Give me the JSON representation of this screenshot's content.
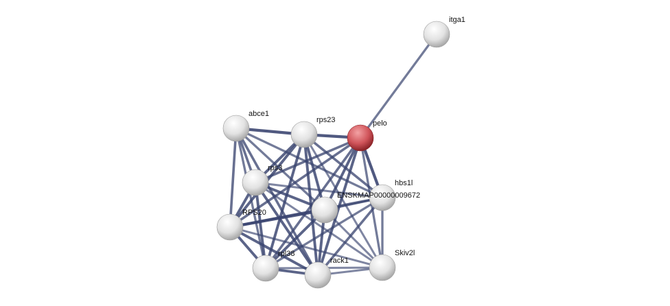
{
  "network": {
    "query_color": "#c9444a",
    "node_color": "#e4e4e4",
    "edge_color": "#3a4570",
    "nodes": [
      {
        "id": "itga1",
        "label": "itga1",
        "query": false
      },
      {
        "id": "pelo",
        "label": "pelo",
        "query": true
      },
      {
        "id": "rps23",
        "label": "rps23",
        "query": false
      },
      {
        "id": "abce1",
        "label": "abce1",
        "query": false
      },
      {
        "id": "rps3",
        "label": "rps3",
        "query": false
      },
      {
        "id": "hbs1l",
        "label": "hbs1l",
        "query": false
      },
      {
        "id": "ensk",
        "label": "ENSKMAP00000009672",
        "query": false
      },
      {
        "id": "RPS20",
        "label": "RPS20",
        "query": false
      },
      {
        "id": "rpl38",
        "label": "rpl38",
        "query": false
      },
      {
        "id": "rack1",
        "label": "rack1",
        "query": false
      },
      {
        "id": "Skiv2l",
        "label": "Skiv2l",
        "query": false
      }
    ],
    "edges": [
      [
        "itga1",
        "pelo",
        0.6
      ],
      [
        "pelo",
        "rps23",
        0.9
      ],
      [
        "pelo",
        "rps3",
        0.7
      ],
      [
        "pelo",
        "hbs1l",
        0.9
      ],
      [
        "pelo",
        "ensk",
        0.8
      ],
      [
        "pelo",
        "RPS20",
        0.7
      ],
      [
        "pelo",
        "rpl38",
        0.7
      ],
      [
        "pelo",
        "rack1",
        0.8
      ],
      [
        "pelo",
        "Skiv2l",
        0.6
      ],
      [
        "abce1",
        "rps23",
        0.9
      ],
      [
        "abce1",
        "rps3",
        0.7
      ],
      [
        "abce1",
        "RPS20",
        0.7
      ],
      [
        "abce1",
        "ensk",
        0.6
      ],
      [
        "abce1",
        "hbs1l",
        0.6
      ],
      [
        "abce1",
        "rpl38",
        0.6
      ],
      [
        "abce1",
        "rack1",
        0.7
      ],
      [
        "rps23",
        "rps3",
        0.8
      ],
      [
        "rps23",
        "RPS20",
        0.8
      ],
      [
        "rps23",
        "ensk",
        0.8
      ],
      [
        "rps23",
        "hbs1l",
        0.7
      ],
      [
        "rps23",
        "rpl38",
        0.8
      ],
      [
        "rps23",
        "rack1",
        0.8
      ],
      [
        "rps23",
        "Skiv2l",
        0.5
      ],
      [
        "rps3",
        "RPS20",
        0.8
      ],
      [
        "rps3",
        "ensk",
        0.8
      ],
      [
        "rps3",
        "hbs1l",
        0.5
      ],
      [
        "rps3",
        "rpl38",
        0.8
      ],
      [
        "rps3",
        "rack1",
        0.8
      ],
      [
        "rps3",
        "Skiv2l",
        0.5
      ],
      [
        "hbs1l",
        "ensk",
        0.6
      ],
      [
        "hbs1l",
        "RPS20",
        0.7
      ],
      [
        "hbs1l",
        "rpl38",
        0.6
      ],
      [
        "hbs1l",
        "rack1",
        0.7
      ],
      [
        "hbs1l",
        "Skiv2l",
        0.6
      ],
      [
        "ensk",
        "RPS20",
        0.9
      ],
      [
        "ensk",
        "rpl38",
        0.8
      ],
      [
        "ensk",
        "rack1",
        0.8
      ],
      [
        "ensk",
        "Skiv2l",
        0.5
      ],
      [
        "RPS20",
        "rpl38",
        0.8
      ],
      [
        "RPS20",
        "rack1",
        0.8
      ],
      [
        "RPS20",
        "Skiv2l",
        0.5
      ],
      [
        "rpl38",
        "rack1",
        0.8
      ],
      [
        "rpl38",
        "Skiv2l",
        0.5
      ],
      [
        "rack1",
        "Skiv2l",
        0.5
      ]
    ]
  }
}
